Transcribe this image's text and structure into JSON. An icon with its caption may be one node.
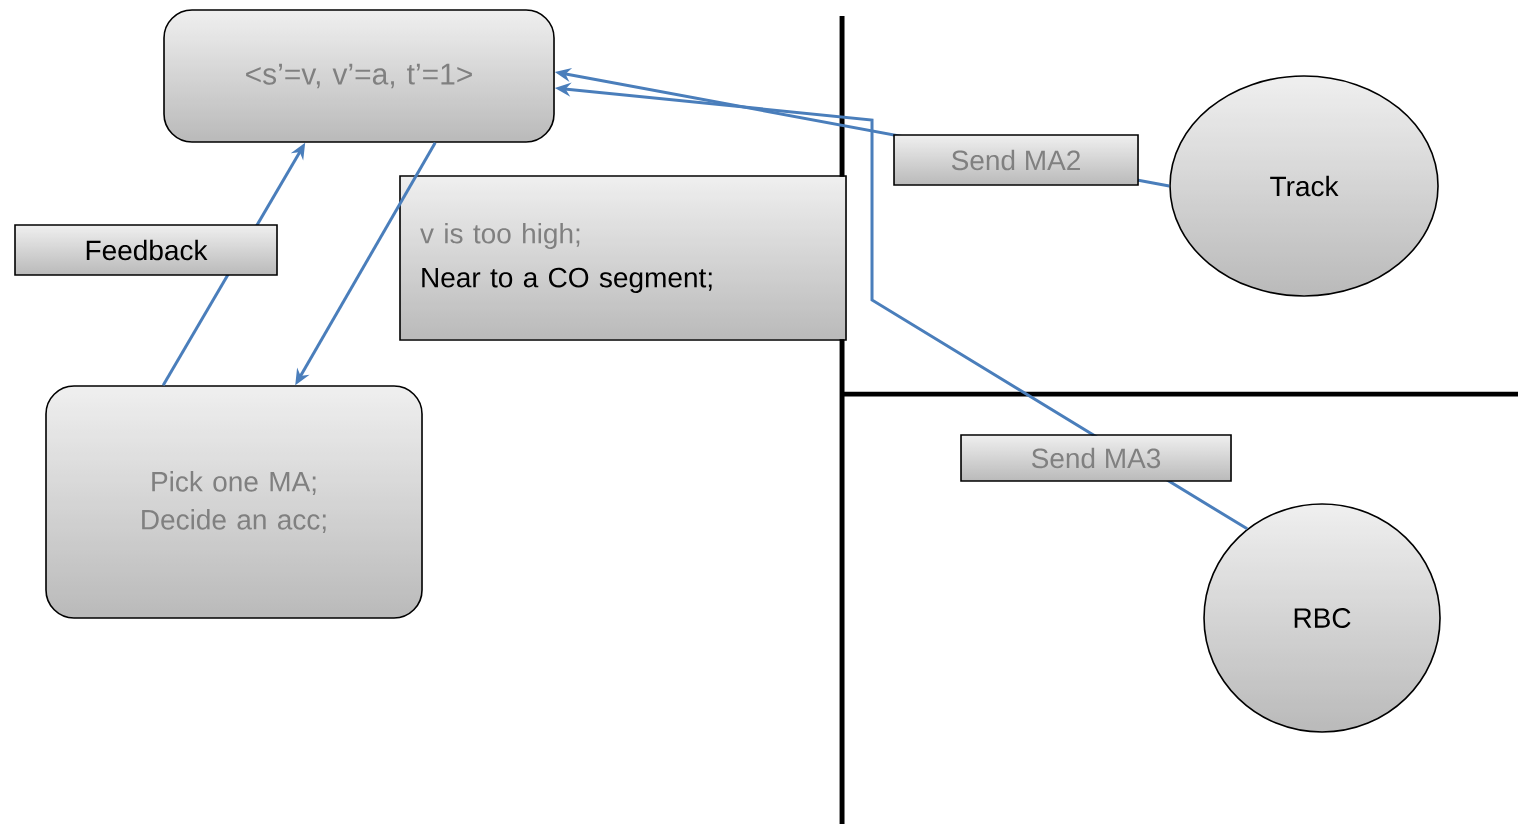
{
  "diagram": {
    "nodes": [
      {
        "text": [
          "<s’=v, v’=a, t’=1>"
        ]
      },
      {
        "text": [
          "v is too high;",
          "Near to a CO segment;"
        ]
      },
      {
        "text": [
          "Pick one MA; Decide an acc;"
        ]
      },
      {
        "text": [
          "Track"
        ]
      },
      {
        "text": [
          "RBC"
        ]
      }
    ],
    "edges": [
      {
        "from": 2,
        "to": 0,
        "arrow": "to",
        "label": "Feedback"
      },
      {
        "from": 0,
        "to": 2,
        "arrow": "to"
      },
      {
        "from": 3,
        "to": 0,
        "arrow": "to",
        "label": "Send MA2"
      },
      {
        "from": 4,
        "to": 0,
        "arrow": "to",
        "label": "Send MA3"
      }
    ]
  }
}
